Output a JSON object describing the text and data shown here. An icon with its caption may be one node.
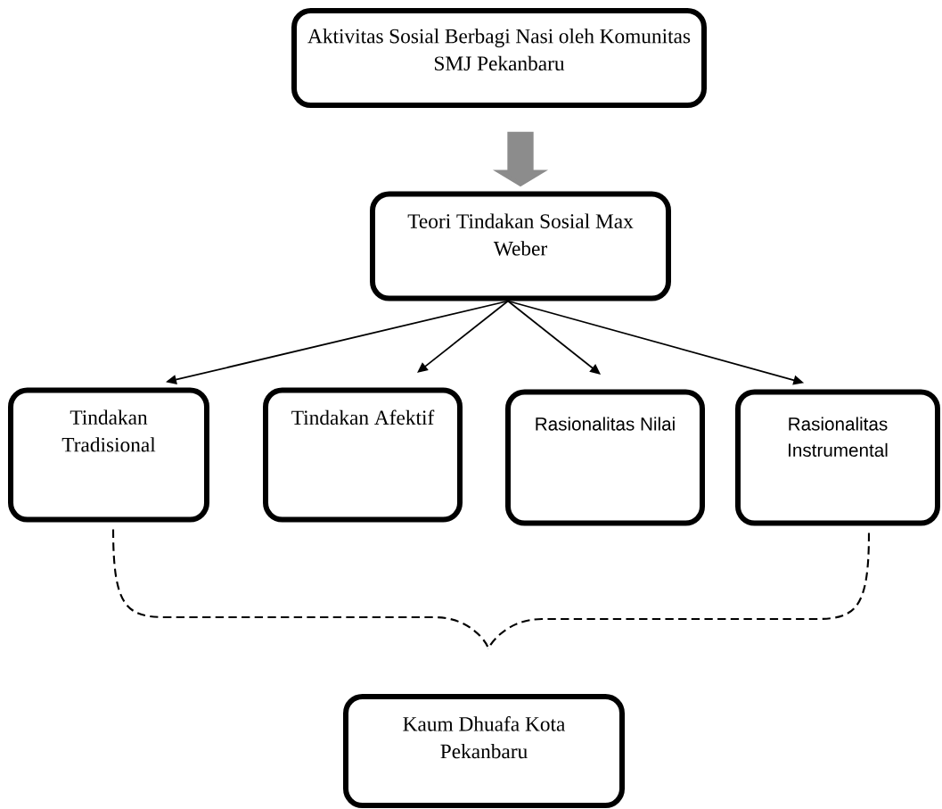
{
  "diagram": {
    "nodes": [
      {
        "text": [
          "Aktivitas Sosial Berbagi Nasi oleh Komunitas SMJ Pekanbaru"
        ]
      },
      {
        "text": [
          "Teori Tindakan Sosial Max Weber"
        ]
      },
      {
        "text": [
          "Tindakan Tradisional"
        ]
      },
      {
        "text": [
          "Tindakan Afektif"
        ]
      },
      {
        "text": [
          "Rasionalitas Nilai"
        ]
      },
      {
        "text": [
          "Rasionalitas Instrumental"
        ]
      },
      {
        "text": [
          "Kaum Dhuafa Kota Pekanbaru"
        ]
      }
    ],
    "edges": [
      {
        "from": 0,
        "to": 1,
        "arrow": "to",
        "style": "thick",
        "color": "#8c8c8c"
      },
      {
        "from": 1,
        "to": 2,
        "arrow": "to"
      },
      {
        "from": 1,
        "to": 3,
        "arrow": "to"
      },
      {
        "from": 1,
        "to": 4,
        "arrow": "to"
      },
      {
        "from": 1,
        "to": 5,
        "arrow": "to"
      },
      {
        "from": 2,
        "to": 6,
        "arrow": "none",
        "style": "dashed"
      },
      {
        "from": 5,
        "to": 6,
        "arrow": "none",
        "style": "dashed"
      }
    ]
  }
}
